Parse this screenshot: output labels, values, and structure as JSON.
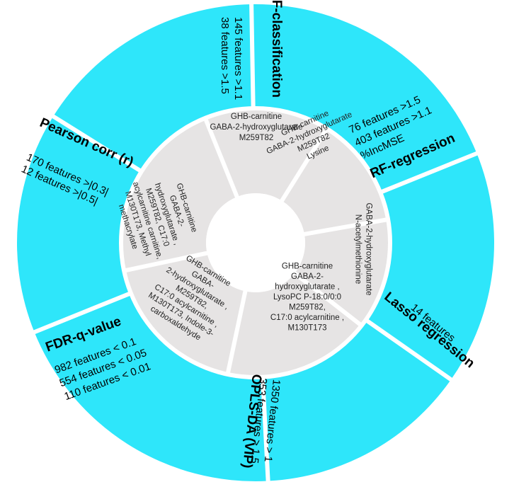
{
  "colors": {
    "outer_ring": "#2ee6fa",
    "inner_ring": "#e6e4e4",
    "divider": "#ffffff",
    "center": "#ffffff"
  },
  "sectors": [
    {
      "name": "RF-classification",
      "outer_title": "RF-classification",
      "outer_notes": [
        "145 features >1.1",
        "38 features >1.5"
      ],
      "inner_lines": [
        "GHB-carnitine",
        "GABA-2-hydroxyglutarate",
        "M259T82"
      ]
    },
    {
      "name": "RF-regression",
      "outer_title": "RF-regression",
      "outer_notes": [
        "76 features >1.5",
        "403 features >1.1",
        "%IncMSE"
      ],
      "inner_lines": [
        "GHB-carnitine",
        "GABA-2-hydroxyglutarate",
        "M259T82",
        "Lysine"
      ]
    },
    {
      "name": "Lasso regression",
      "outer_title": "Lasso regression",
      "outer_notes": [
        "14 features"
      ],
      "inner_lines": [
        "GABA-2-hydroxyglutarate",
        "N-acetylmethionine"
      ]
    },
    {
      "name": "OPLS-DA (VIP)",
      "outer_title": "OPLS-DA (VIP)",
      "outer_notes": [
        "1350 features > 1",
        "353 features > 1.5"
      ],
      "inner_lines": [
        "GHB-carnitine",
        "GABA-2-",
        "hydroxyglutarate ,",
        "LysoPC P-18:0/0:0",
        "M259T82,",
        "C17:0 acylcarnitine ,",
        "M130T173"
      ]
    },
    {
      "name": "FDR-q-value",
      "outer_title": "FDR-q-value",
      "outer_notes": [
        "982 features < 0.1",
        "554 features < 0.05",
        "110 features < 0.01"
      ],
      "inner_lines": [
        "GHB-carnitine",
        "GABA-",
        "2-hydroxyglutarate ,",
        "M259T82,",
        "C17:0 acylcarnitine ,",
        "M130T173, Indole-3-",
        "carboxaldehyde"
      ]
    },
    {
      "name": "Pearson corr (r)",
      "outer_title": "Pearson corr (r)",
      "outer_notes": [
        "170 features >|0.3|",
        "12 features >|0.5|"
      ],
      "inner_lines": [
        "GHB-carnitine",
        "GABA-2-",
        "hydroxyglutarate ,",
        "M259T82, C17:0",
        "acylcarnitine carnitine,",
        "M130T173, Methyl",
        "methacrylate"
      ]
    }
  ]
}
